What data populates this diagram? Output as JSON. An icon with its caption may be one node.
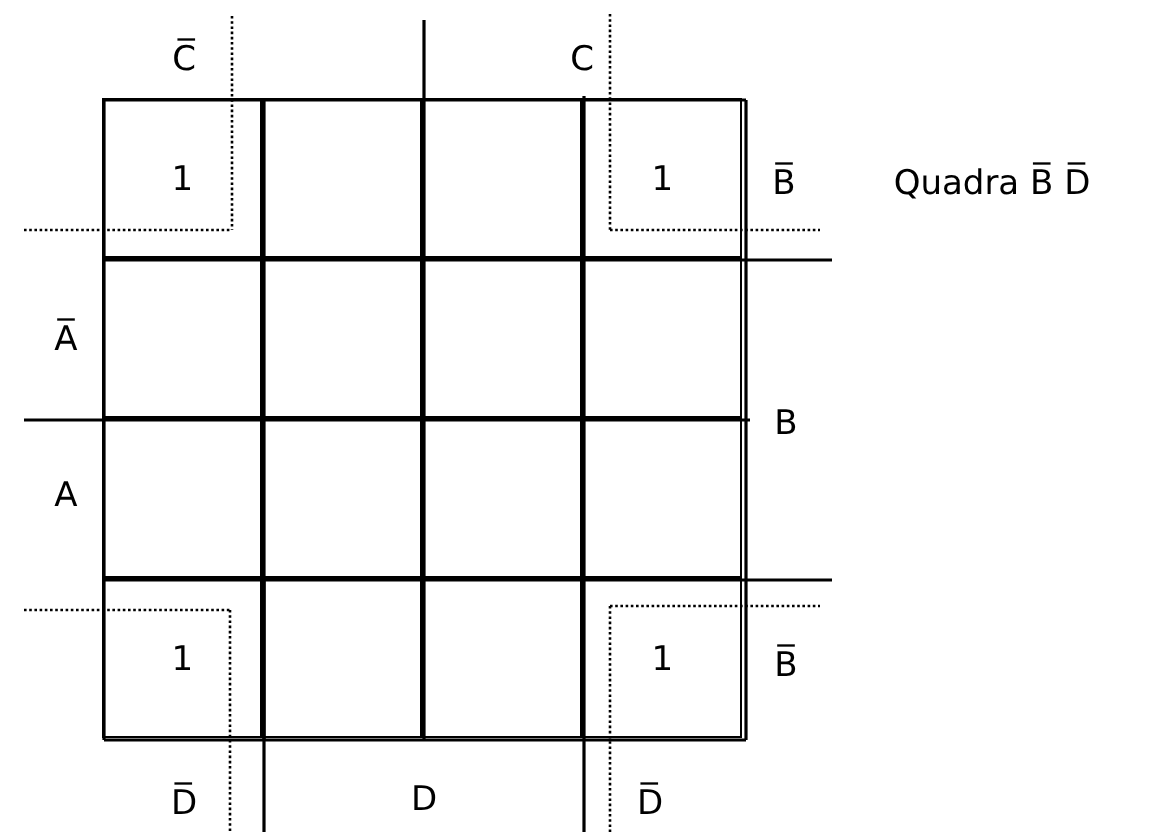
{
  "diagram": {
    "nodes": [
      {
        "text": [
          "1"
        ]
      },
      {
        "text": [],
        "shape": "box"
      },
      {
        "text": [],
        "shape": "box"
      },
      {
        "text": [
          "1"
        ]
      },
      {
        "text": [],
        "shape": "box"
      },
      {
        "text": [],
        "shape": "box"
      },
      {
        "text": [],
        "shape": "box"
      },
      {
        "text": [],
        "shape": "box"
      },
      {
        "text": [],
        "shape": "box"
      },
      {
        "text": [],
        "shape": "box"
      },
      {
        "text": [],
        "shape": "box"
      },
      {
        "text": [],
        "shape": "box"
      },
      {
        "text": [
          "1"
        ]
      },
      {
        "text": [],
        "shape": "box"
      },
      {
        "text": [],
        "shape": "box"
      },
      {
        "text": [
          "1"
        ]
      }
    ],
    "labels": [
      "C̅",
      "C",
      "B̅",
      "Quadra B̅ D̅",
      "A̅",
      "B",
      "A",
      "B̅",
      "D̅",
      "D",
      "D̅"
    ]
  }
}
